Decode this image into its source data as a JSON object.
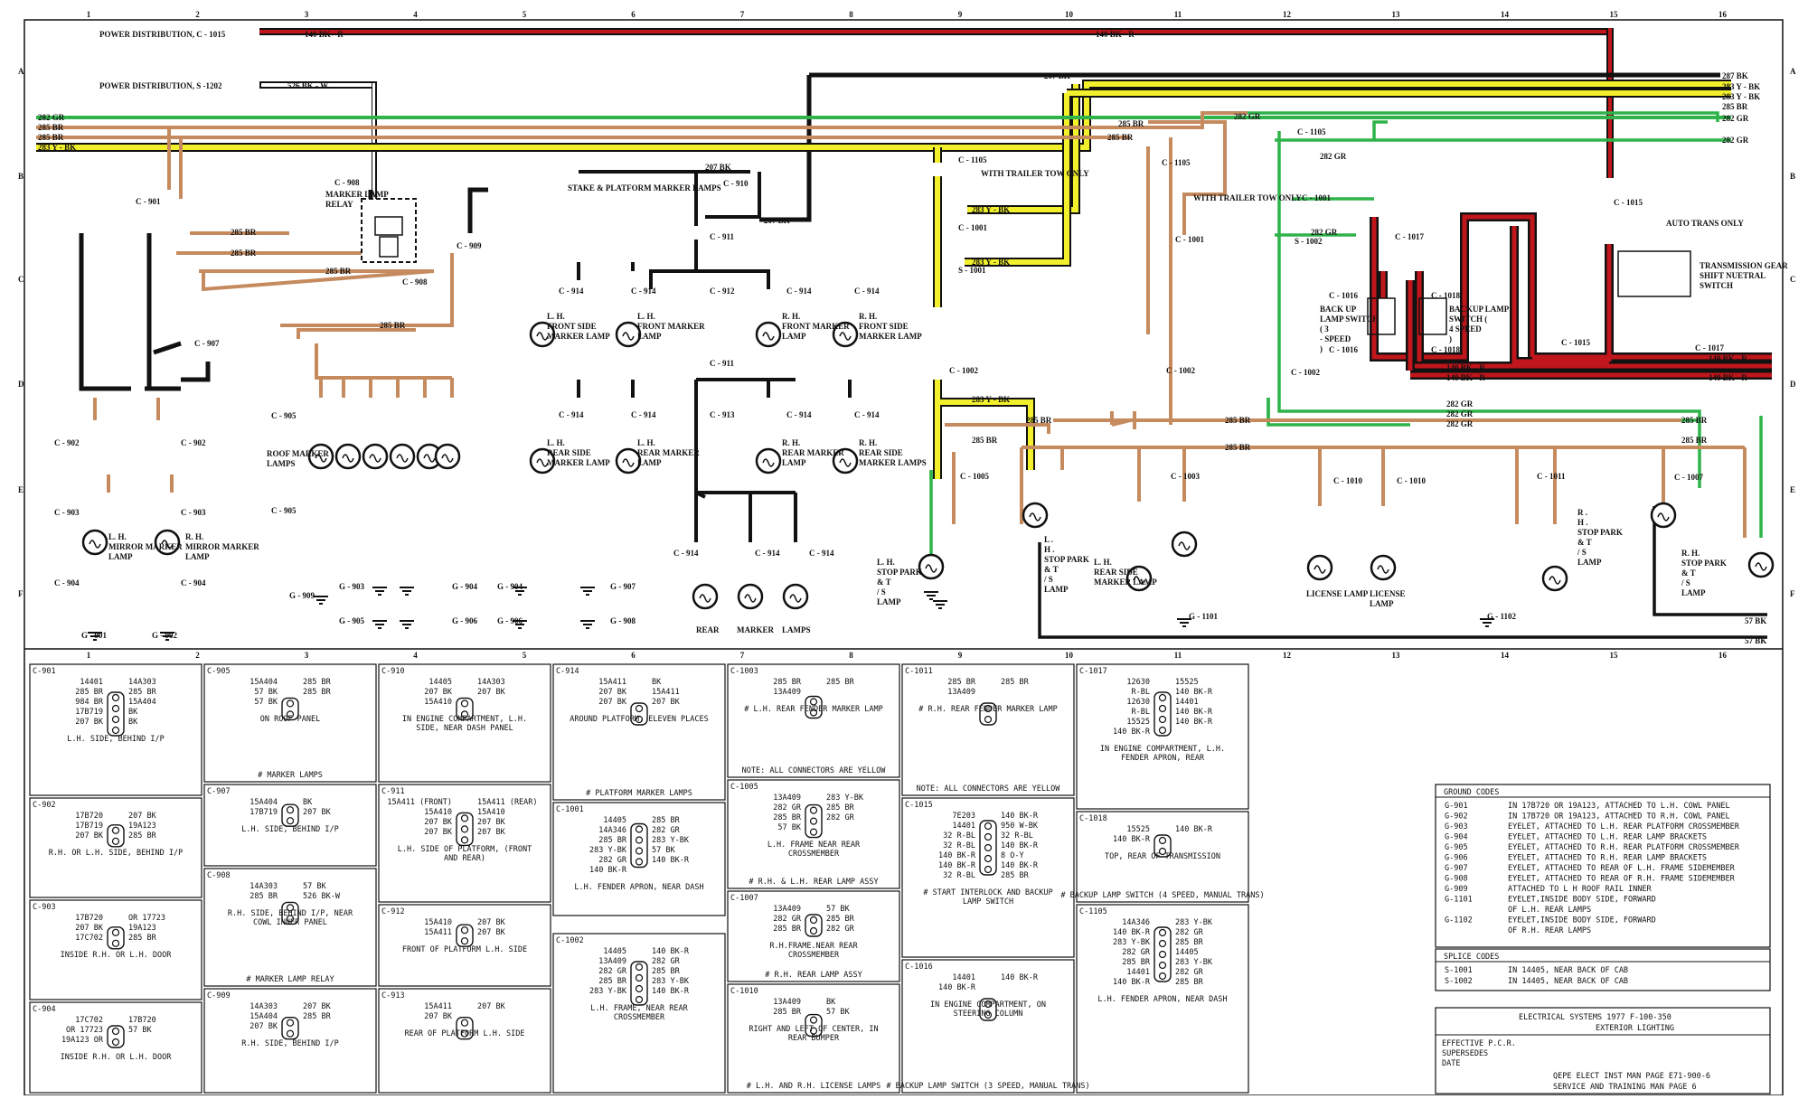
{
  "colors": {
    "brown": "#c58b5e",
    "green": "#2fb34a",
    "yellow": "#f2ef2c",
    "red": "#c0161c",
    "black": "#111111"
  },
  "grid": {
    "columns": [
      "1",
      "2",
      "3",
      "4",
      "5",
      "6",
      "7",
      "8",
      "9",
      "10",
      "11",
      "12",
      "13",
      "14",
      "15",
      "16"
    ],
    "rows": [
      "A",
      "B",
      "C",
      "D",
      "E",
      "F"
    ]
  },
  "headers": {
    "power_c1015": "POWER DISTRIBUTION, C - 1015",
    "power_s1202": "POWER DISTRIBUTION, S -1202"
  },
  "wire_labels": {
    "w140bkr": "140 BK - R",
    "w526": "526 BK - W",
    "w207": "207 BK",
    "w287": "287 BK",
    "w283": "283 Y - BK",
    "w285": "285 BR",
    "w282": "282 GR",
    "w57": "57 BK",
    "w283y": "283 Y - BK",
    "w282gr": "282 GR",
    "w285br": "285 BR"
  },
  "components": {
    "relay": "MARKER LAMP RELAY",
    "c908": "C - 908",
    "c901": "C - 901",
    "c909": "C - 909",
    "c907": "C - 907",
    "c902": "C - 902",
    "c903": "C - 903",
    "c904": "C - 904",
    "c905": "C - 905",
    "roof": "ROOF MARKER LAMPS",
    "lh_mirror": "L. H. MIRROR MARKER LAMP",
    "rh_mirror": "R. H. MIRROR MARKER LAMP",
    "g901": "G - 901",
    "g902": "G - 902",
    "g909": "G - 909",
    "stake": "STAKE & PLATFORM MARKER LAMPS",
    "c910": "C - 910",
    "c911": "C - 911",
    "c912": "C - 912",
    "c913": "C - 913",
    "c914": "C - 914",
    "lh_front_side": "L. H. FRONT SIDE MARKER LAMP",
    "lh_front": "L. H. FRONT MARKER LAMP",
    "rh_front": "R. H. FRONT MARKER LAMP",
    "rh_front_side": "R. H. FRONT SIDE MARKER LAMP",
    "lh_rear_side": "L. H. REAR SIDE MARKER LAMP",
    "lh_rear": "L. H. REAR MARKER LAMP",
    "rh_rear": "R. H. REAR MARKER LAMP",
    "rh_rear_side": "R. H. REAR SIDE MARKER LAMPS",
    "rear": "REAR",
    "marker": "MARKER",
    "lamps": "LAMPS",
    "c1105": "C - 1105",
    "trailer": "WITH TRAILER TOW ONLY",
    "c1001": "C - 1001",
    "s1001": "S - 1001",
    "s1002": "S - 1002",
    "c1002": "C - 1002",
    "c1005": "C - 1005",
    "c1003": "C - 1003",
    "c1010": "C - 1010",
    "c1011": "C - 1011",
    "c1007": "C - 1007",
    "c1015": "C - 1015",
    "c1016": "C - 1016",
    "c1017": "C - 1017",
    "c1018": "C - 1018",
    "lh_stop": "L. H. STOP PARK & T / S LAMP",
    "lh_stop2": "L . H . STOP PARK & T / S LAMP",
    "rh_stop": "R . H . STOP PARK & T / S LAMP",
    "rh_stop2": "R. H. STOP PARK & T / S LAMP",
    "lh_rear_side2": "L. H. REAR SIDE MARKER LAMP",
    "license": "LICENSE LAMP",
    "backup3": "BACK UP LAMP SWITCH ( 3 - SPEED )",
    "backup4": "BACKUP LAMP SWITCH ( 4 SPEED )",
    "auto": "AUTO TRANS ONLY",
    "trans": "TRANSMISSION GEAR SHIFT NUETRAL SWITCH",
    "g1101": "G - 1101",
    "g1102": "G - 1102",
    "g903": "G - 903",
    "g904": "G - 904",
    "g905": "G - 905",
    "g906": "G - 906",
    "g907": "G - 907",
    "g908": "G - 908"
  },
  "connector_views": [
    {
      "id": "C-901",
      "lines": [
        "14401",
        "285 BR",
        "984 BR",
        "17B719",
        "207 BK",
        "14A303",
        "285 BR",
        "15A404",
        "BK",
        "BK"
      ],
      "caption": "L.H. SIDE, BEHIND I/P"
    },
    {
      "id": "C-902",
      "lines": [
        "17B720",
        "17B719",
        "207 BK",
        "207 BK",
        "19A123",
        "285 BR"
      ],
      "caption": "R.H. OR L.H. SIDE, BEHIND I/P"
    },
    {
      "id": "C-903",
      "lines": [
        "17B720",
        "207 BK",
        "17C702",
        "OR 17723",
        "19A123",
        "285 BR"
      ],
      "caption": "INSIDE R.H. OR L.H. DOOR"
    },
    {
      "id": "C-904",
      "lines": [
        "17C702",
        "OR 17723",
        "19A123 OR",
        "17B720",
        "57 BK"
      ],
      "caption": "INSIDE R.H. OR L.H. DOOR"
    },
    {
      "id": "C-905",
      "lines": [
        "15A404",
        "57 BK",
        "57 BK",
        "285 BR",
        "285 BR"
      ],
      "caption": "ON ROOF PANEL",
      "note": "# MARKER LAMPS"
    },
    {
      "id": "C-907",
      "lines": [
        "15A404",
        "17B719",
        "BK",
        "207 BK"
      ],
      "caption": "L.H. SIDE, BEHIND I/P"
    },
    {
      "id": "C-908",
      "lines": [
        "14A303",
        "285 BR",
        "57 BK",
        "526 BK-W"
      ],
      "caption": "R.H. SIDE, BEHIND I/P, NEAR COWL INNER PANEL",
      "note": "# MARKER LAMP RELAY"
    },
    {
      "id": "C-909",
      "lines": [
        "14A303",
        "15A404",
        "207 BK",
        "207 BK",
        "285 BR"
      ],
      "caption": "R.H. SIDE, BEHIND I/P"
    },
    {
      "id": "C-910",
      "lines": [
        "14405",
        "207 BK",
        "15A410",
        "14A303",
        "207 BK"
      ],
      "caption": "IN ENGINE COMPARTMENT, L.H. SIDE, NEAR DASH PANEL"
    },
    {
      "id": "C-911",
      "lines": [
        "15A411 (FRONT)",
        "15A410",
        "207 BK",
        "207 BK",
        "15A411 (REAR)",
        "15A410",
        "207 BK",
        "207 BK"
      ],
      "caption": "L.H. SIDE OF PLATFORM, (FRONT AND REAR)"
    },
    {
      "id": "C-912",
      "lines": [
        "15A410",
        "15A411",
        "207 BK",
        "207 BK"
      ],
      "caption": "FRONT OF PLATFORM L.H. SIDE"
    },
    {
      "id": "C-913",
      "lines": [
        "15A411",
        "207 BK",
        "207 BK"
      ],
      "caption": "REAR OF PLATFORM L.H. SIDE"
    },
    {
      "id": "C-914",
      "lines": [
        "15A411",
        "207 BK",
        "207 BK",
        "BK",
        "15A411",
        "207 BK"
      ],
      "caption": "AROUND PLATFORM, ELEVEN PLACES",
      "note": "# PLATFORM MARKER LAMPS"
    },
    {
      "id": "C-1001",
      "lines": [
        "14405",
        "14A346",
        "285 BR",
        "283 Y-BK",
        "282 GR",
        "140 BK-R",
        "285 BR",
        "282 GR",
        "283 Y-BK",
        "57 BK",
        "140 BK-R"
      ],
      "caption": "L.H. FENDER APRON, NEAR DASH"
    },
    {
      "id": "C-1002",
      "lines": [
        "14405",
        "13A409",
        "282 GR",
        "285 BR",
        "283 Y-BK",
        "140 BK-R",
        "282 GR",
        "285 BR",
        "283 Y-BK",
        "140 BK-R"
      ],
      "caption": "L.H. FRAME, NEAR REAR CROSSMEMBER"
    },
    {
      "id": "C-1003",
      "lines": [
        "285 BR",
        "13A409",
        "285 BR"
      ],
      "caption": "# L.H. REAR FENDER MARKER LAMP",
      "note": "NOTE: ALL CONNECTORS ARE YELLOW"
    },
    {
      "id": "C-1005",
      "lines": [
        "13A409",
        "282 GR",
        "285 BR",
        "57 BK",
        "283 Y-BK",
        "285 BR",
        "282 GR"
      ],
      "caption": "L.H. FRAME NEAR REAR CROSSMEMBER",
      "note": "# R.H. & L.H. REAR LAMP ASSY"
    },
    {
      "id": "C-1007",
      "lines": [
        "13A409",
        "282 GR",
        "285 BR",
        "57 BK",
        "285 BR",
        "282 GR"
      ],
      "caption": "R.H.FRAME.NEAR REAR CROSSMEMBER",
      "note": "# R.H. REAR LAMP ASSY"
    },
    {
      "id": "C-1010",
      "lines": [
        "13A409",
        "285 BR",
        "BK",
        "57 BK"
      ],
      "caption": "RIGHT AND LEFT OF CENTER, IN REAR BUMPER",
      "note": "# L.H. AND R.H. LICENSE LAMPS"
    },
    {
      "id": "C-1011",
      "lines": [
        "285 BR",
        "13A409",
        "285 BR"
      ],
      "caption": "# R.H. REAR FENDER MARKER LAMP",
      "note": "NOTE: ALL CONNECTORS ARE YELLOW"
    },
    {
      "id": "C-1015",
      "lines": [
        "7E203",
        "14401",
        "32 R-BL",
        "32 R-BL",
        "140 BK-R",
        "140 BK-R",
        "32 R-BL",
        "140 BK-R",
        "950 W-BK",
        "32 R-BL",
        "140 BK-R",
        "8 O-Y",
        "140 BK-R",
        "285 BR"
      ],
      "caption": "# START INTERLOCK AND BACKUP LAMP SWITCH"
    },
    {
      "id": "C-1016",
      "lines": [
        "14401",
        "140 BK-R",
        "140 BK-R"
      ],
      "caption": "IN ENGINE COMPARTMENT, ON STEERING COLUMN",
      "note": "# BACKUP LAMP SWITCH (3 SPEED, MANUAL TRANS)"
    },
    {
      "id": "C-1017",
      "lines": [
        "12630",
        "R-BL",
        "12630",
        "R-BL",
        "15525",
        "140 BK-R",
        "15525",
        "140 BK-R",
        "14401",
        "140 BK-R",
        "140 BK-R"
      ],
      "caption": "IN ENGINE COMPARTMENT, L.H. FENDER APRON, REAR"
    },
    {
      "id": "C-1018",
      "lines": [
        "15525",
        "140 BK-R",
        "140 BK-R"
      ],
      "caption": "TOP, REAR OF TRANSMISSION",
      "note": "# BACKUP LAMP SWITCH (4 SPEED, MANUAL TRANS)"
    },
    {
      "id": "C-1105",
      "lines": [
        "14A346",
        "140 BK-R",
        "283 Y-BK",
        "282 GR",
        "285 BR",
        "14401",
        "140 BK-R",
        "283 Y-BK",
        "282 GR",
        "285 BR",
        "14405",
        "283 Y-BK",
        "282 GR",
        "285 BR"
      ],
      "caption": "L.H. FENDER APRON, NEAR DASH"
    }
  ],
  "ground_codes": {
    "title": "GROUND CODES",
    "rows": [
      [
        "G-901",
        "IN 17B720 OR 19A123, ATTACHED TO L.H. COWL PANEL"
      ],
      [
        "G-902",
        "IN 17B720 OR 19A123, ATTACHED TO R.H. COWL PANEL"
      ],
      [
        "G-903",
        "EYELET, ATTACHED TO L.H. REAR PLATFORM CROSSMEMBER"
      ],
      [
        "G-904",
        "EYELET, ATTACHED TO L.H. REAR LAMP BRACKETS"
      ],
      [
        "G-905",
        "EYELET, ATTACHED TO R.H. REAR PLATFORM CROSSMEMBER"
      ],
      [
        "G-906",
        "EYELET, ATTACHED TO R.H. REAR LAMP BRACKETS"
      ],
      [
        "G-907",
        "EYELET, ATTACHED TO REAR OF L.H. FRAME SIDEMEMBER"
      ],
      [
        "G-908",
        "EYELET, ATTACHED TO REAR OF R.H. FRAME SIDEMEMBER"
      ],
      [
        "G-909",
        "ATTACHED TO L H ROOF RAIL INNER"
      ],
      [
        "G-1101",
        "EYELET,INSIDE BODY SIDE, FORWARD"
      ],
      [
        "",
        "OF L.H. REAR LAMPS"
      ],
      [
        "G-1102",
        "EYELET,INSIDE BODY SIDE, FORWARD"
      ],
      [
        "",
        "OF R.H. REAR LAMPS"
      ]
    ]
  },
  "splice_codes": {
    "title": "SPLICE CODES",
    "rows": [
      [
        "S-1001",
        "IN 14405, NEAR BACK OF CAB"
      ],
      [
        "S-1002",
        "IN 14405, NEAR BACK OF CAB"
      ]
    ]
  },
  "title_block": {
    "title1": "ELECTRICAL SYSTEMS 1977 F-100-350",
    "title2": "EXTERIOR LIGHTING",
    "effective": "EFFECTIVE P.C.R.",
    "supersedes": "SUPERSEDES",
    "date": "DATE",
    "ref1": "QEPE ELECT INST MAN PAGE E71-900-6",
    "ref2": "SERVICE AND TRAINING MAN PAGE 6"
  }
}
